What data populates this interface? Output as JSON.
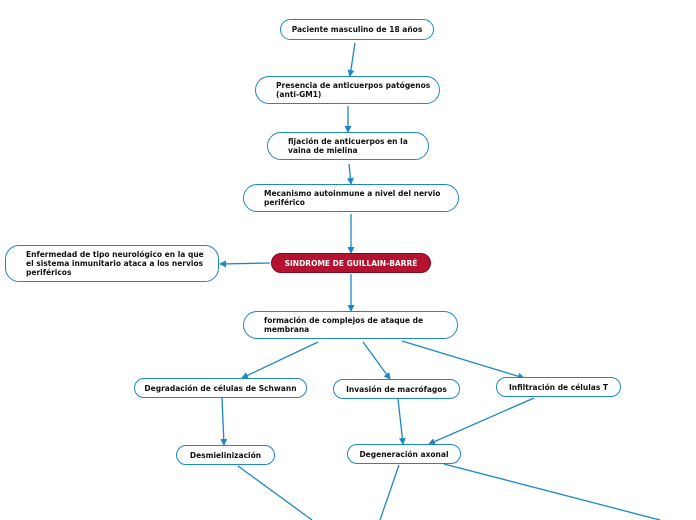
{
  "colors": {
    "edge": "#1e88c7",
    "border": "#1e88c7",
    "main_fill": "#b5122f",
    "text": "#111111"
  },
  "nodes": {
    "paciente": "Paciente masculino de 18 años",
    "anticuerpos": "Presencia de anticuerpos patógenos (anti-GM1)",
    "fijacion": "fijación de anticuerpos en la vaina de mielina",
    "mecanismo": "Mecanismo autoinmune a nivel del nervio periférico",
    "sindrome": "SINDROME DE GUILLAIN-BARRÉ",
    "enfermedad": "Enfermedad de tipo neurológico en la que el sistema inmunitario ataca a los nervios periféricos",
    "formacion": "formación de complejos de ataque de membrana",
    "schwann": "Degradación de células de Schwann",
    "macrofagos": "Invasión de macrófagos",
    "linfocitos": "Infiltración de células T",
    "desmielinizacion": "Desmielinización",
    "axonal": "Degeneración axonal"
  }
}
